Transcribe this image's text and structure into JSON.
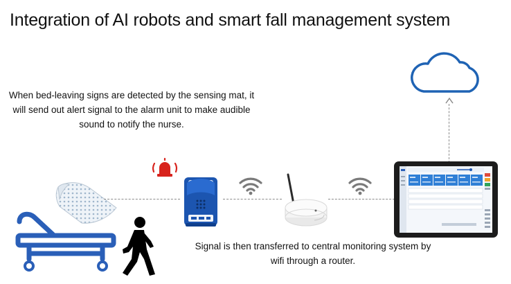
{
  "title": "Integration of AI robots and smart fall management system",
  "notes": {
    "sensing_mat": "When bed-leaving signs are detected by the sensing mat, it will send out alert signal to the alarm unit to make audible sound to notify the nurse.",
    "router": "Signal is then transferred to central monitoring system by wifi through a router."
  },
  "colors": {
    "cloud": "#1f63b4",
    "bed": "#2a5fb8",
    "alarm_unit": "#1c55b0",
    "alarm_light": "#d8231d",
    "person": "#000000",
    "wifi": "#7a7a7a",
    "dashed_line": "#8a8a8a"
  },
  "icons": [
    "cloud-icon",
    "bed-icon",
    "sensing-mat-icon",
    "walking-person-icon",
    "alarm-light-icon",
    "alarm-unit-icon",
    "wifi-icon",
    "router-icon",
    "monitor-tablet-icon"
  ]
}
